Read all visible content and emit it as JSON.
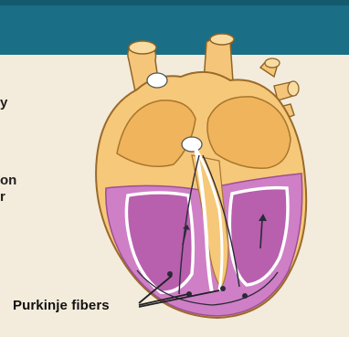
{
  "header": {
    "color": "#1a6f86"
  },
  "left_fragments": [
    "y",
    "on",
    "r"
  ],
  "labels": {
    "purkinje": "Purkinje fibers"
  },
  "colors": {
    "background": "#f3ecdc",
    "heart_outer": "#f6c879",
    "heart_outline": "#9a6a2a",
    "ventricle_muscle": "#cf7fc6",
    "ventricle_dark": "#a9509f",
    "conduction_fibers": "#ffffff",
    "pathway_lines": "#2a2a3a"
  }
}
